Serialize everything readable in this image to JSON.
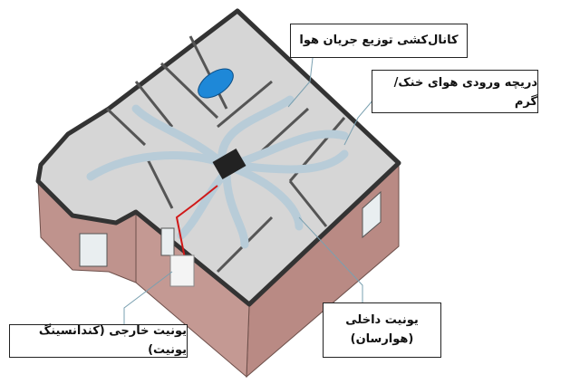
{
  "labels": {
    "duct_distribution": "کانال‌کشی توزیع جریان هوا",
    "supply_grille": "دریچه ورودی هوای خنک/ گرم",
    "indoor_unit_line1": "یونیت داخلی",
    "indoor_unit_line2": "(هوارسان)",
    "outdoor_unit": "یونیت خارجی (کندانسینگ یونیت)"
  },
  "colors": {
    "brick": "#b98a84",
    "floor": "#d6d6d6",
    "duct": "#b8ccd8",
    "refrigerant_line": "#d01818",
    "car": "#1e88d8"
  }
}
